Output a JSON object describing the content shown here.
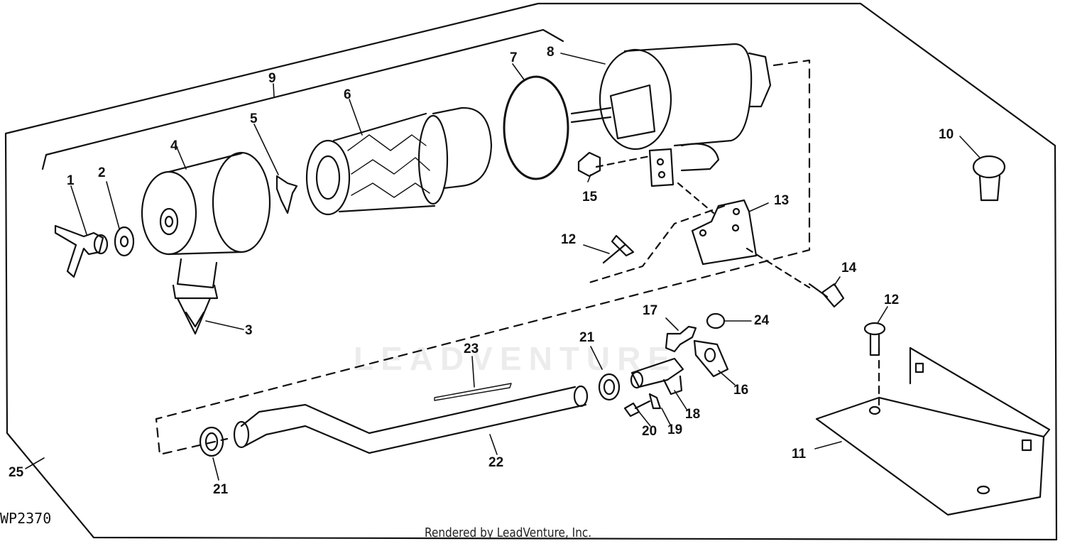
{
  "diagram": {
    "drawing_code": "WP2370",
    "credit": "Rendered by LeadVenture, Inc.",
    "watermark": "LEADVENTURE",
    "callouts": [
      "1",
      "2",
      "3",
      "4",
      "5",
      "6",
      "7",
      "8",
      "9",
      "10",
      "11",
      "12",
      "12",
      "13",
      "14",
      "15",
      "16",
      "17",
      "18",
      "19",
      "20",
      "21",
      "21",
      "22",
      "23",
      "24",
      "25"
    ]
  }
}
